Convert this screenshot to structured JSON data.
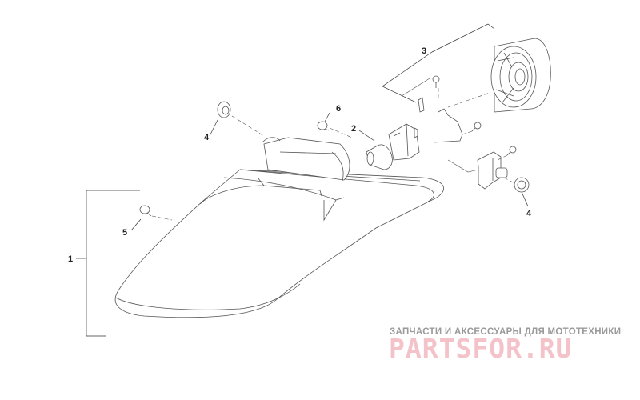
{
  "callouts": [
    "1",
    "2",
    "3",
    "4",
    "4",
    "5",
    "6"
  ],
  "watermark": {
    "tagline": "ЗАПЧАСТИ И АКСЕССУАРЫ ДЛЯ МОТОТЕХНИКИ",
    "brand": "PARTSFOR.RU",
    "brand_color": "#f3c3c9"
  }
}
